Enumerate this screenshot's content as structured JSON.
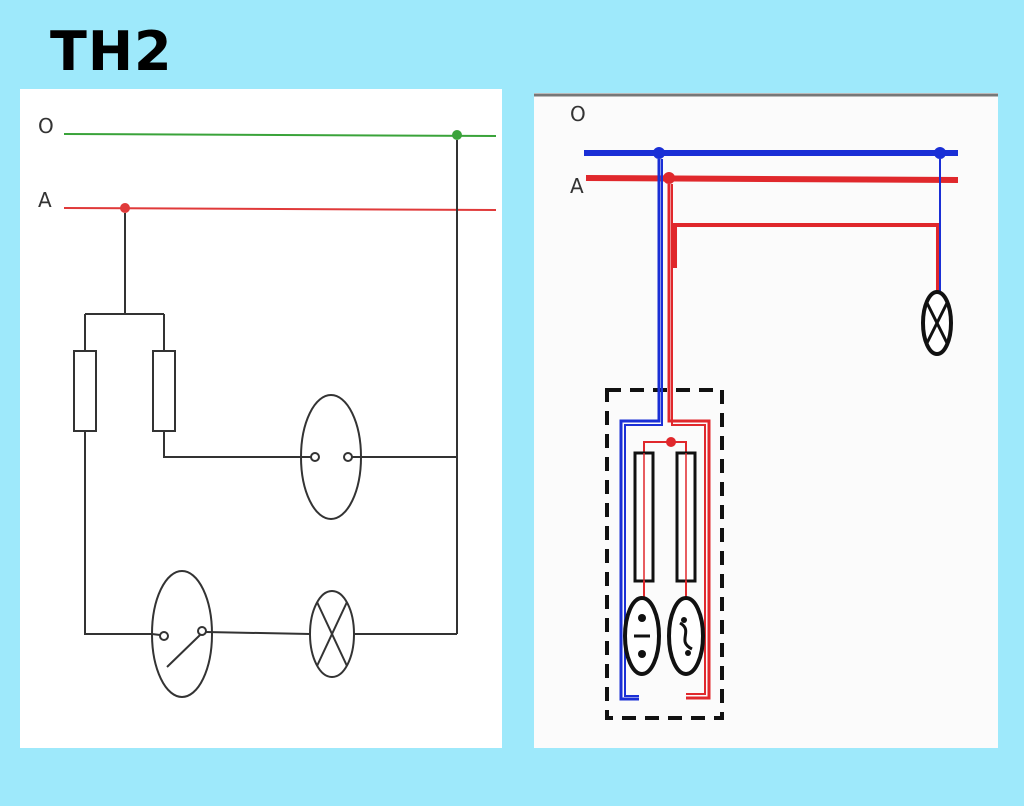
{
  "title": "TH2",
  "schematic": {
    "neutral_label": "O",
    "phase_label": "A",
    "neutral_color": "#3aa33a",
    "phase_color": "#e03a3a",
    "line_color": "#333333"
  },
  "wiring": {
    "neutral_label": "O",
    "phase_label": "A",
    "neutral_color": "#1a2fd6",
    "phase_color": "#e0282c"
  }
}
